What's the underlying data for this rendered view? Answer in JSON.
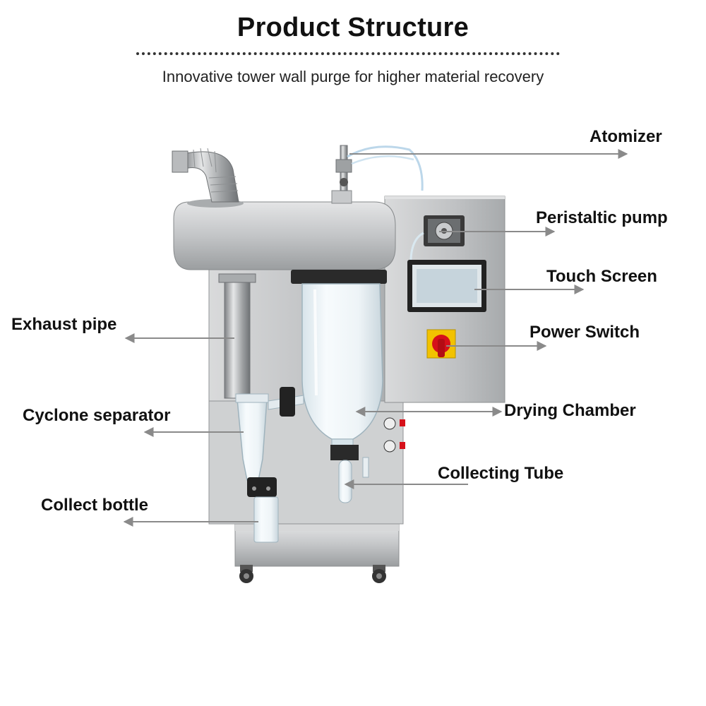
{
  "header": {
    "title": "Product Structure",
    "subtitle": "Innovative tower wall purge for higher material recovery"
  },
  "labels": {
    "atomizer": "Atomizer",
    "peristaltic_pump": "Peristaltic pump",
    "touch_screen": "Touch Screen",
    "power_switch": "Power Switch",
    "drying_chamber": "Drying Chamber",
    "collecting_tube": "Collecting Tube",
    "exhaust_pipe": "Exhaust pipe",
    "cyclone_separator": "Cyclone separator",
    "collect_bottle": "Collect bottle"
  },
  "colors": {
    "steel": "#c9cbcc",
    "steel_dark": "#8e9193",
    "glass": "#e8f1f5",
    "leader": "#8a8a8a",
    "switch_yellow": "#f2c200",
    "switch_red": "#d6101a"
  }
}
